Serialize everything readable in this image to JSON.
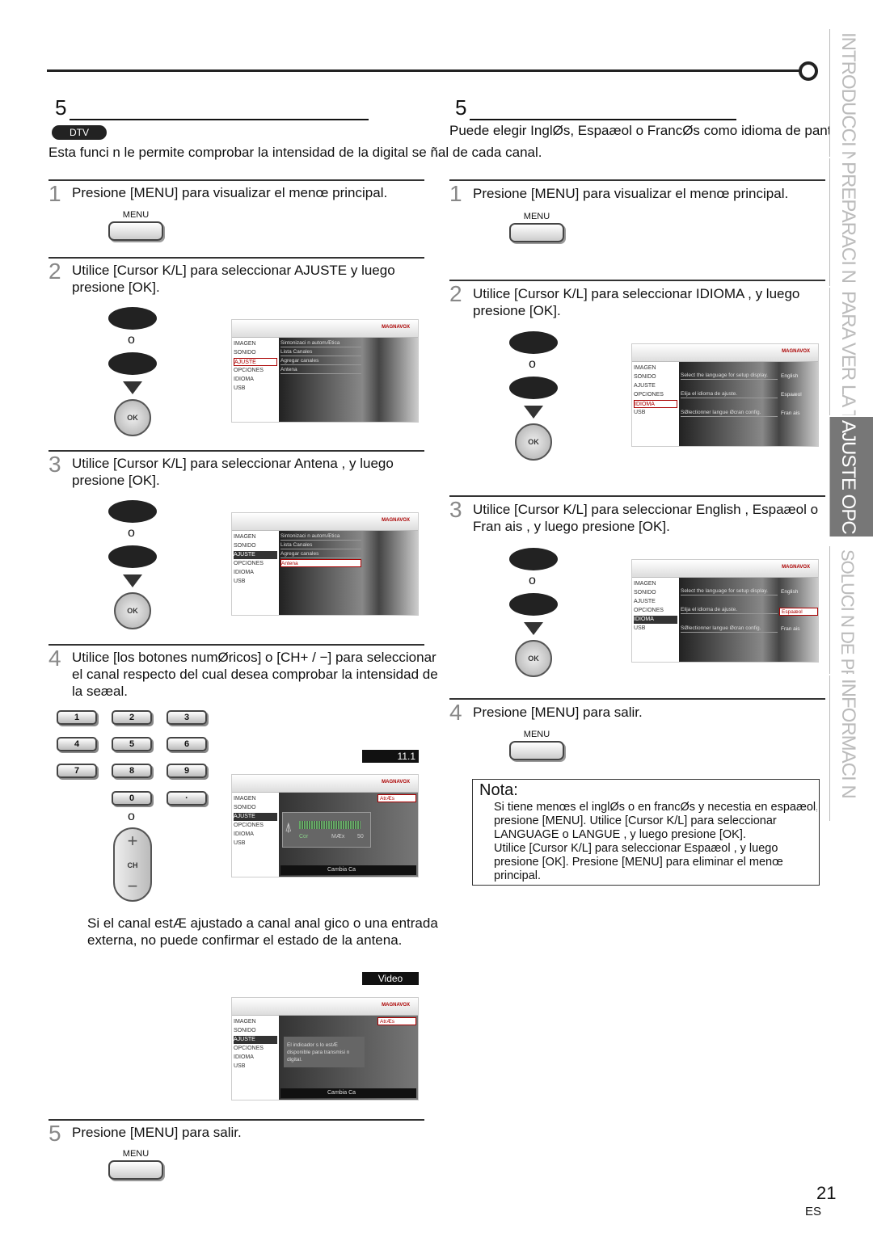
{
  "left": {
    "title": "5",
    "badge": "DTV",
    "intro": "Esta funci n le permite comprobar la intensidad de la digital se ñal de cada canal.",
    "steps": [
      {
        "num": "1",
        "text": "Presione [MENU] para visualizar el menœ principal."
      },
      {
        "num": "2",
        "text": "Utilice [Cursor K/L] para seleccionar  AJUSTE  y luego presione [OK]."
      },
      {
        "num": "3",
        "text": "Utilice [Cursor K/L] para seleccionar  Antena , y luego presione [OK]."
      },
      {
        "num": "4",
        "text": "Utilice [los botones numØricos] o [CH+ / −] para seleccionar el canal respecto del cual desea comprobar la intensidad de la seæal."
      },
      {
        "num": "5",
        "text": "Presione [MENU] para salir."
      }
    ],
    "analog_note": "Si el canal estÆ ajustado a canal anal gico o una entrada externa, no puede confirmar el estado de la antena.",
    "channel": "11.1",
    "video": "Video"
  },
  "right": {
    "title": "5",
    "intro": "Puede elegir InglØs, Espaæol o FrancØs como idioma de panta",
    "steps": [
      {
        "num": "1",
        "text": "Presione [MENU] para visualizar el menœ principal."
      },
      {
        "num": "2",
        "text": "Utilice [Cursor K/L] para seleccionar  IDIOMA , y luego presione [OK]."
      },
      {
        "num": "3",
        "text": "Utilice [Cursor K/L] para seleccionar  English ,  Espaæol  o  Fran ais , y luego presione [OK]."
      },
      {
        "num": "4",
        "text": "Presione [MENU] para salir."
      }
    ],
    "note_title": "Nota:",
    "note_lines": [
      "Si tiene menœs el inglØs o en francØs y necestia en espaæol,",
      "presione [MENU]. Utilice [Cursor K/L] para seleccionar",
      " LANGUAGE  o  LANGUE , y luego presione [OK].",
      "Utilice [Cursor K/L] para seleccionar  Espaæol , y luego",
      "presione [OK]. Presione [MENU] para eliminar el menœ",
      "principal."
    ]
  },
  "ui": {
    "menu": "MENU",
    "o": "o",
    "ok": "OK",
    "ch": "CH",
    "plus": "+",
    "minus": "−",
    "nums": [
      "1",
      "2",
      "3",
      "4",
      "5",
      "6",
      "7",
      "8",
      "9",
      "0",
      "·"
    ]
  },
  "menu_items": [
    "IMAGEN",
    "SONIDO",
    "AJUSTE",
    "OPCIONES",
    "IDIOMA",
    "USB"
  ],
  "ajuste_items": [
    "Sintonizaci n automÆtica",
    "Lista Canales",
    "Agregar canales",
    "Antena"
  ],
  "idioma_items": [
    "Select the language for setup display.",
    "Elija el idioma de ajuste.",
    "SØlectionner langue Øcran config."
  ],
  "lang_values": [
    "English",
    "Espaæol",
    "Fran ais"
  ],
  "brand": "MAGNAVOX",
  "atras": "AtrÆs",
  "signal": {
    "cur": "Cor",
    "max": "MÆx",
    "max_val": "50"
  },
  "cambia": "Cambia Ca",
  "no_signal_msg": "El indicador s lo estÆ disponible para transmisi n digital.",
  "tabs": [
    "INTRODUCCI N",
    "PREPARACI N",
    "PARA VER LA TELE",
    "AJUSTE OPC",
    "SOLUCI N DE PROBLEMAS",
    "INFORMACI N"
  ],
  "page_number": "21",
  "lang_code": "ES"
}
